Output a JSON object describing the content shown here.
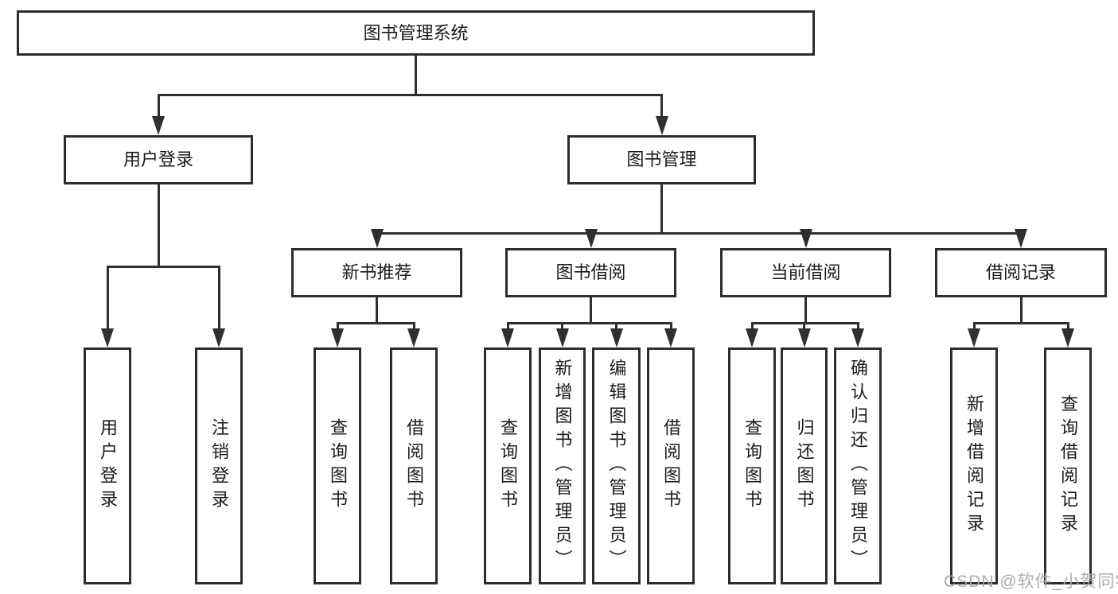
{
  "diagram": {
    "nodes": [
      {
        "id": "root",
        "label": "图书管理系统",
        "level": 0,
        "parent": null
      },
      {
        "id": "user-login",
        "label": "用户登录",
        "level": 1,
        "parent": "root"
      },
      {
        "id": "book-mgmt",
        "label": "图书管理",
        "level": 1,
        "parent": "root"
      },
      {
        "id": "new-book-rec",
        "label": "新书推荐",
        "level": 2,
        "parent": "book-mgmt"
      },
      {
        "id": "book-borrow",
        "label": "图书借阅",
        "level": 2,
        "parent": "book-mgmt"
      },
      {
        "id": "current-borrow",
        "label": "当前借阅",
        "level": 2,
        "parent": "book-mgmt"
      },
      {
        "id": "borrow-record",
        "label": "借阅记录",
        "level": 2,
        "parent": "book-mgmt"
      },
      {
        "id": "login-action",
        "label": "用户登录",
        "level": 3,
        "parent": "user-login"
      },
      {
        "id": "logout-action",
        "label": "注销登录",
        "level": 3,
        "parent": "user-login"
      },
      {
        "id": "rec-query-book",
        "label": "查询图书",
        "level": 3,
        "parent": "new-book-rec"
      },
      {
        "id": "rec-borrow-book",
        "label": "借阅图书",
        "level": 3,
        "parent": "new-book-rec"
      },
      {
        "id": "bb-query-book",
        "label": "查询图书",
        "level": 3,
        "parent": "book-borrow"
      },
      {
        "id": "bb-add-book",
        "label": "新增图书（管理员）",
        "level": 3,
        "parent": "book-borrow"
      },
      {
        "id": "bb-edit-book",
        "label": "编辑图书（管理员）",
        "level": 3,
        "parent": "book-borrow"
      },
      {
        "id": "bb-borrow-book",
        "label": "借阅图书",
        "level": 3,
        "parent": "book-borrow"
      },
      {
        "id": "cb-query-book",
        "label": "查询图书",
        "level": 3,
        "parent": "current-borrow"
      },
      {
        "id": "cb-return-book",
        "label": "归还图书",
        "level": 3,
        "parent": "current-borrow"
      },
      {
        "id": "cb-confirm-return",
        "label": "确认归还（管理员）",
        "level": 3,
        "parent": "current-borrow"
      },
      {
        "id": "br-add-record",
        "label": "新增借阅记录",
        "level": 3,
        "parent": "borrow-record"
      },
      {
        "id": "br-query-record",
        "label": "查询借阅记录",
        "level": 3,
        "parent": "borrow-record"
      }
    ]
  },
  "watermark": {
    "text": "CSDN @软件_小贺同学"
  },
  "colors": {
    "line": "#2f2f2f",
    "box_border": "#2d2d2d",
    "text": "#1b1b1b",
    "background": "#ffffff",
    "watermark": "#a8a8a8"
  }
}
